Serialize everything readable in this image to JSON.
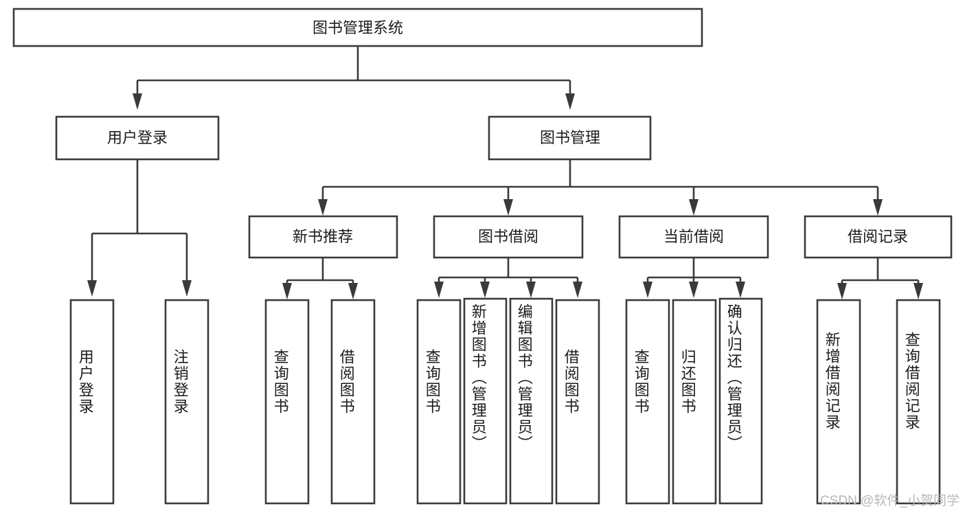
{
  "diagram": {
    "type": "tree-hierarchy",
    "title": "图书管理系统",
    "watermark": "CSDN @软件_小贺同学",
    "colors": {
      "stroke": "#3a3a3a",
      "fill": "#ffffff",
      "text": "#1c1c1c",
      "watermark": "#b8b8b8",
      "background": "#ffffff"
    },
    "levels": {
      "root": {
        "label": "图书管理系统"
      },
      "level2": [
        {
          "id": "user-login",
          "label": "用户登录"
        },
        {
          "id": "book-management",
          "label": "图书管理"
        }
      ],
      "level3": [
        {
          "id": "new-book-recommend",
          "label": "新书推荐",
          "parent": "book-management"
        },
        {
          "id": "book-borrow",
          "label": "图书借阅",
          "parent": "book-management"
        },
        {
          "id": "current-borrow",
          "label": "当前借阅",
          "parent": "book-management"
        },
        {
          "id": "borrow-record",
          "label": "借阅记录",
          "parent": "book-management"
        }
      ],
      "leaves": [
        {
          "id": "leaf-user-login",
          "label": "用户登录",
          "parent": "user-login"
        },
        {
          "id": "leaf-logout-login",
          "label": "注销登录",
          "parent": "user-login"
        },
        {
          "id": "leaf-query-book-1",
          "label": "查询图书",
          "parent": "new-book-recommend"
        },
        {
          "id": "leaf-borrow-book-1",
          "label": "借阅图书",
          "parent": "new-book-recommend"
        },
        {
          "id": "leaf-query-book-2",
          "label": "查询图书",
          "parent": "book-borrow"
        },
        {
          "id": "leaf-add-book-admin",
          "label": "新增图书（管理员）",
          "parent": "book-borrow"
        },
        {
          "id": "leaf-edit-book-admin",
          "label": "编辑图书（管理员）",
          "parent": "book-borrow"
        },
        {
          "id": "leaf-borrow-book-2",
          "label": "借阅图书",
          "parent": "book-borrow"
        },
        {
          "id": "leaf-query-book-3",
          "label": "查询图书",
          "parent": "current-borrow"
        },
        {
          "id": "leaf-return-book",
          "label": "归还图书",
          "parent": "current-borrow"
        },
        {
          "id": "leaf-confirm-return-admin",
          "label": "确认归还（管理员）",
          "parent": "current-borrow"
        },
        {
          "id": "leaf-add-borrow-record",
          "label": "新增借阅记录",
          "parent": "borrow-record"
        },
        {
          "id": "leaf-query-borrow-record",
          "label": "查询借阅记录",
          "parent": "borrow-record"
        }
      ]
    }
  }
}
